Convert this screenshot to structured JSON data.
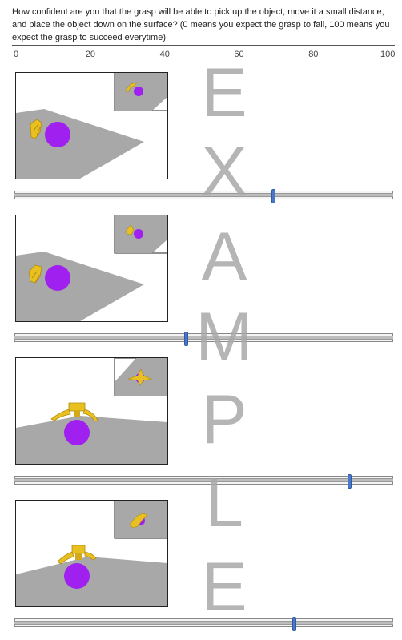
{
  "question": "How confident are you that the grasp will be able to pick up the object, move it a small distance, and place the object down on the surface? (0 means you expect the grasp to fail, 100 means you expect the grasp to succeed everytime)",
  "scale": {
    "ticks": [
      "0",
      "20",
      "40",
      "60",
      "80",
      "100"
    ],
    "min": 0,
    "max": 100
  },
  "watermark": {
    "letters": [
      "E",
      "X",
      "A",
      "M",
      "P",
      "L",
      "E"
    ]
  },
  "trials": [
    {
      "slider_value": 69,
      "view": "side"
    },
    {
      "slider_value": 45.5,
      "view": "side"
    },
    {
      "slider_value": 89.5,
      "view": "top"
    },
    {
      "slider_value": 74.5,
      "view": "top"
    }
  ],
  "colors": {
    "object": "#a020f0",
    "gripper": "#e8c020",
    "surface": "#a8a8a8",
    "thumb": "#4a78c8"
  }
}
